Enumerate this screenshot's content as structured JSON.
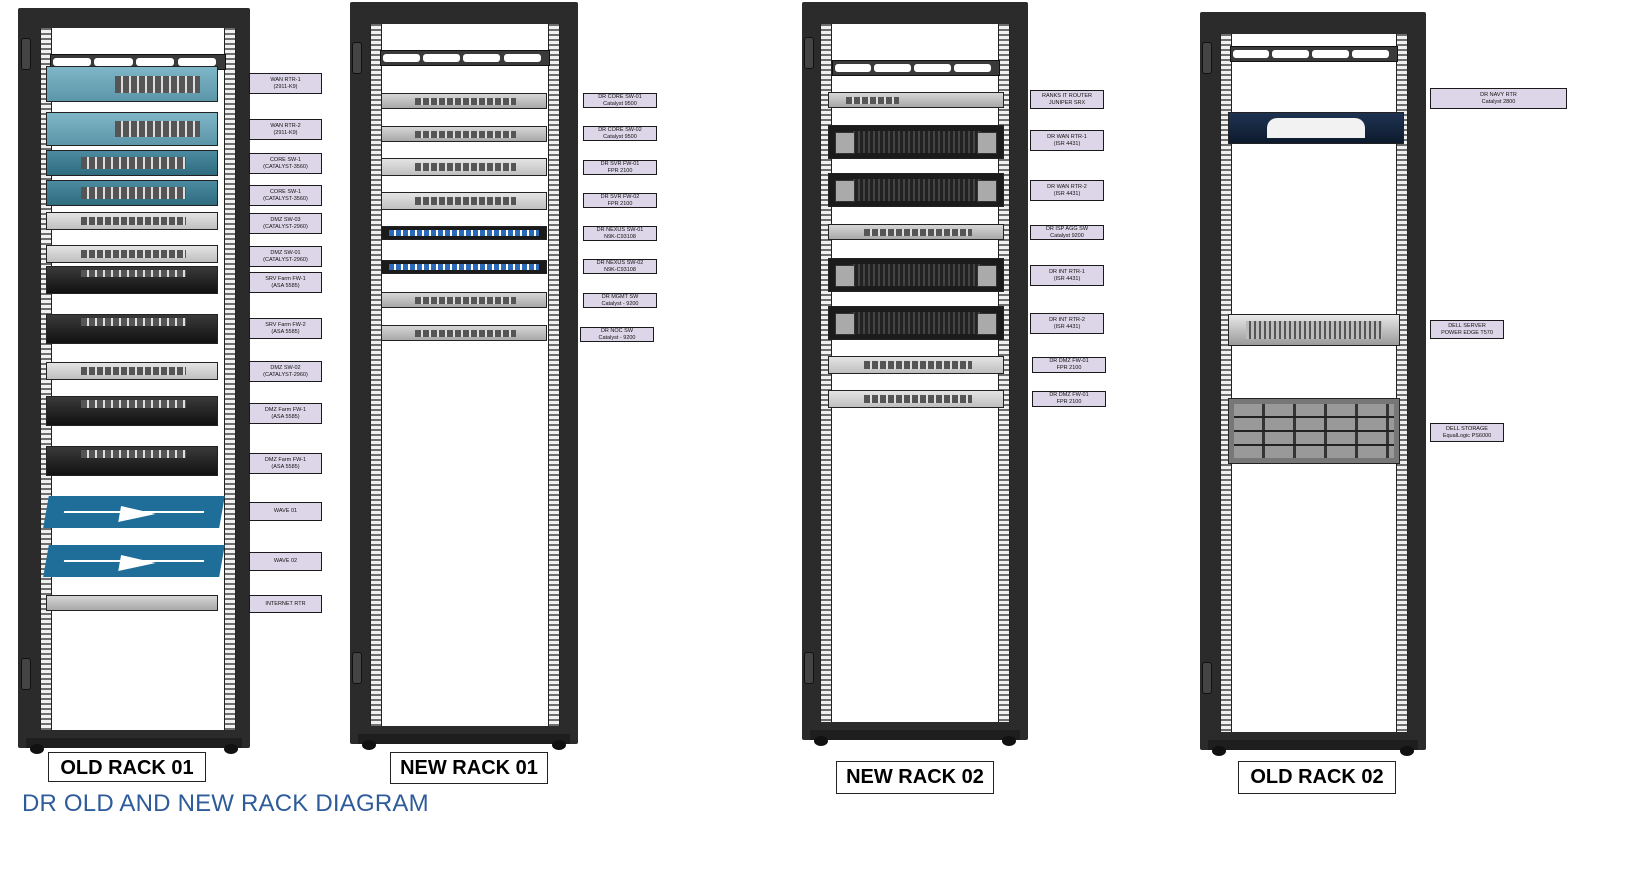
{
  "title": "DR OLD AND NEW RACK DIAGRAM",
  "racks": {
    "old_rack_01": {
      "name": "OLD RACK 01",
      "devices": [
        {
          "l1": "WAN RTR-1",
          "l2": "(2911-K9)"
        },
        {
          "l1": "WAN RTR-2",
          "l2": "(2911-K9)"
        },
        {
          "l1": "CORE SW-1",
          "l2": "(CATALYST-3560)"
        },
        {
          "l1": "CORE SW-1",
          "l2": "(CATALYST-3560)"
        },
        {
          "l1": "DMZ SW-03",
          "l2": "(CATALYST-2960)"
        },
        {
          "l1": "DMZ SW-01",
          "l2": "(CATALYST-2960)"
        },
        {
          "l1": "SRV Farm FW-1",
          "l2": "(ASA 5585)"
        },
        {
          "l1": "SRV Farm FW-2",
          "l2": "(ASA 5585)"
        },
        {
          "l1": "DMZ SW-02",
          "l2": "(CATALYST-2960)"
        },
        {
          "l1": "DMZ Farm FW-1",
          "l2": "(ASA 5585)"
        },
        {
          "l1": "DMZ Farm FW-1",
          "l2": "(ASA 5585)"
        },
        {
          "l1": "WAVE 01",
          "l2": ""
        },
        {
          "l1": "WAVE 02",
          "l2": ""
        },
        {
          "l1": "INTERNET RTR",
          "l2": ""
        }
      ]
    },
    "new_rack_01": {
      "name": "NEW RACK 01",
      "devices": [
        {
          "l1": "DR CORE SW-01",
          "l2": "Catalyst 9500"
        },
        {
          "l1": "DR CORE SW-02",
          "l2": "Catalyst 9500"
        },
        {
          "l1": "DR SVR FW-01",
          "l2": "FPR 2100"
        },
        {
          "l1": "DR SVR FW-02",
          "l2": "FPR 2100"
        },
        {
          "l1": "DR NEXUS SW-01",
          "l2": "N9K-C93108"
        },
        {
          "l1": "DR NEXUS SW-02",
          "l2": "N9K-C93108"
        },
        {
          "l1": "DR MGMT SW",
          "l2": "Catalyst - 9200"
        },
        {
          "l1": "DR NOC SW",
          "l2": "Catalyst - 9200"
        }
      ]
    },
    "new_rack_02": {
      "name": "NEW RACK 02",
      "devices": [
        {
          "l1": "RANKS IT ROUTER",
          "l2": "JUNIPER SRX"
        },
        {
          "l1": "DR WAN RTR-1",
          "l2": "(ISR 4431)"
        },
        {
          "l1": "DR WAN RTR-2",
          "l2": "(ISR 4431)"
        },
        {
          "l1": "DR ISP AGG SW",
          "l2": "Catalyst 9200"
        },
        {
          "l1": "DR INT RTR-1",
          "l2": "(ISR 4431)"
        },
        {
          "l1": "DR INT RTR-2",
          "l2": "(ISR 4431)"
        },
        {
          "l1": "DR DMZ FW-01",
          "l2": "FPR 2100"
        },
        {
          "l1": "DR DMZ FW-01",
          "l2": "FPR 2100"
        }
      ]
    },
    "old_rack_02": {
      "name": "OLD RACK 02",
      "devices": [
        {
          "l1": "DR NAVY RTR",
          "l2": "Catalyst 2800"
        },
        {
          "l1": "DELL SERVER",
          "l2": "POWER EDGE T570"
        },
        {
          "l1": "DELL STORAGE",
          "l2": "EqualLogic PS6000"
        }
      ]
    }
  },
  "colors": {
    "label_fill": "#ddd6e8",
    "title_color": "#2e5c9a"
  }
}
